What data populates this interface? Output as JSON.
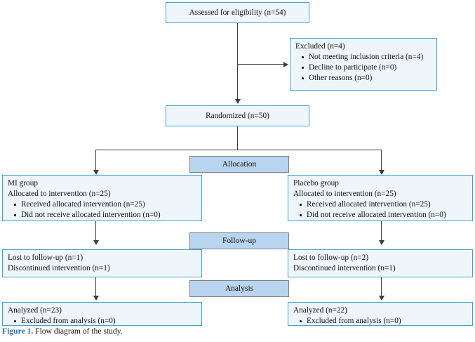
{
  "figure": {
    "label": "Figure 1.",
    "caption": "Flow diagram of the study."
  },
  "colors": {
    "box_fill": "#eef5fb",
    "box_border": "#3da2d6",
    "band_fill": "#b9d4ee",
    "band_border": "#7f7f7f",
    "connector": "#3c3c3c",
    "caption_label": "#2b6cb8",
    "text": "#111111"
  },
  "nodes": {
    "enrollment": {
      "title": "Assessed for eligibility (n=54)"
    },
    "excluded": {
      "title": "Excluded (n=4)",
      "items": [
        "Not meeting inclusion criteria (n=4)",
        "Decline to participate (n=0)",
        "Other reasons (n=0)"
      ]
    },
    "randomized": {
      "title": "Randomized (n=50)"
    },
    "allocation_mi": {
      "group": "MI group",
      "title": "Allocated to intervention (n=25)",
      "items": [
        "Received allocated intervention (n=25)",
        "Did not receive allocated intervention (n=0)"
      ]
    },
    "allocation_placebo": {
      "group": "Placebo group",
      "title": "Allocated to intervention (n=25)",
      "items": [
        "Received allocated intervention (n=25)",
        "Did not receive allocated intervention (n=0)"
      ]
    },
    "followup_mi": {
      "line1": "Lost to follow-up (n=1)",
      "line2": "Discontinued intervention (n=1)"
    },
    "followup_placebo": {
      "line1": "Lost to follow-up (n=2)",
      "line2": "Discontinued intervention (n=1)"
    },
    "analysis_mi": {
      "title": "Analyzed (n=23)",
      "items": [
        "Excluded from analysis (n=0)"
      ]
    },
    "analysis_placebo": {
      "title": "Analyzed (n=22)",
      "items": [
        "Excluded from analysis (n=0)"
      ]
    }
  },
  "bands": {
    "allocation": "Allocation",
    "followup": "Follow-up",
    "analysis": "Analysis"
  }
}
